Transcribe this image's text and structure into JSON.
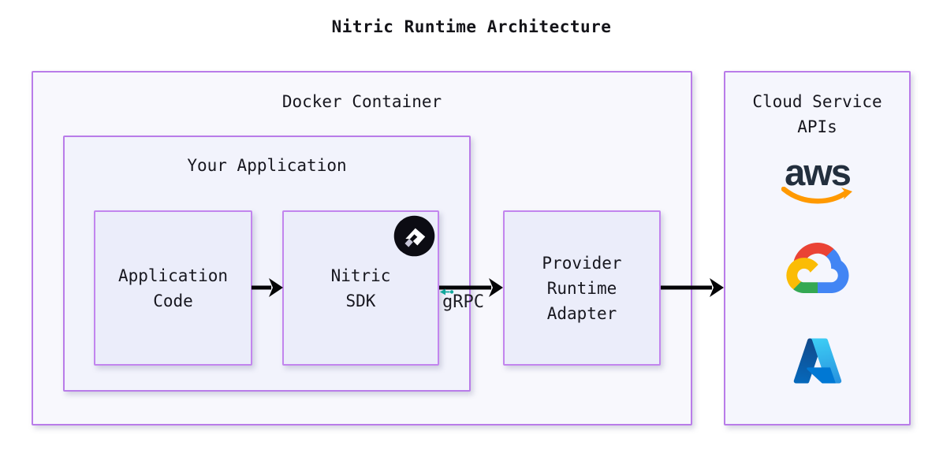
{
  "title": "Nitric Runtime Architecture",
  "docker_container": {
    "label": "Docker Container"
  },
  "your_application": {
    "label": "Your Application"
  },
  "application_code": {
    "label": "Application\nCode"
  },
  "nitric_sdk": {
    "label": "Nitric\nSDK",
    "icon": "nitric-logo-icon"
  },
  "provider_runtime_adapter": {
    "label": "Provider\nRuntime\nAdapter"
  },
  "grpc": {
    "label": "gRPC",
    "icon": "grpc-antenna-icon"
  },
  "cloud_service_apis": {
    "label": "Cloud Service\nAPIs",
    "providers": [
      {
        "name": "aws",
        "icon": "aws-logo-icon",
        "wordmark": "aws"
      },
      {
        "name": "google-cloud",
        "icon": "google-cloud-logo-icon"
      },
      {
        "name": "azure",
        "icon": "azure-logo-icon"
      }
    ]
  },
  "colors": {
    "border_purple": "#b97ce9",
    "docker_fill": "#f8f8fd",
    "your_app_fill": "#f2f3fc",
    "leaf_fill": "#ebedfa",
    "cloud_fill": "#f5f6fd",
    "arrow": "#050507",
    "text": "#17171f",
    "grpc_teal": "#12a79c",
    "aws_navy": "#232f3e",
    "aws_orange": "#ff9900",
    "gcp_red": "#ea4335",
    "gcp_blue": "#4285f4",
    "gcp_yellow": "#fbbc05",
    "gcp_green": "#34a853",
    "azure_dark": "#114a8b",
    "azure_mid": "#0078d4",
    "azure_light": "#3ccbf4",
    "nitric_black": "#0c0c13"
  }
}
